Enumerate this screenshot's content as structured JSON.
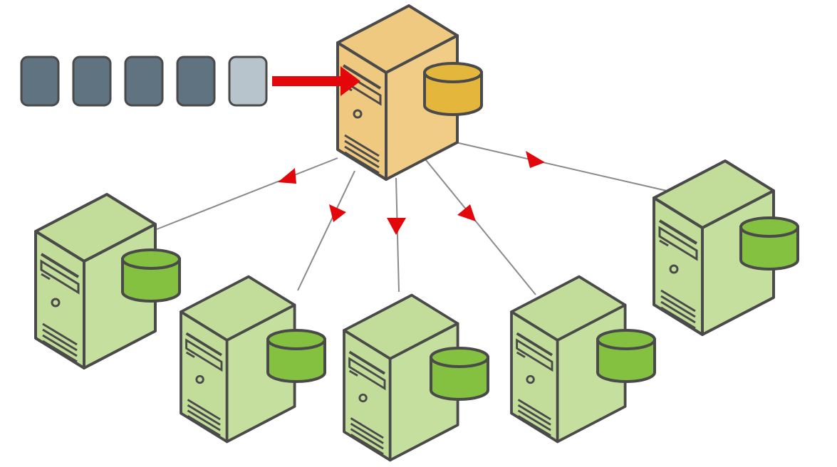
{
  "diagram": {
    "queue": {
      "items": [
        {
          "state": "pending"
        },
        {
          "state": "pending"
        },
        {
          "state": "pending"
        },
        {
          "state": "pending"
        },
        {
          "state": "next"
        }
      ]
    },
    "primary": {
      "role": "leader",
      "icon": "server-icon"
    },
    "replicas": [
      {
        "role": "follower",
        "icon": "server-icon"
      },
      {
        "role": "follower",
        "icon": "server-icon"
      },
      {
        "role": "follower",
        "icon": "server-icon"
      },
      {
        "role": "follower",
        "icon": "server-icon"
      },
      {
        "role": "follower",
        "icon": "server-icon"
      }
    ],
    "colors": {
      "queue_pending": "#5f7381",
      "queue_next": "#b8c4cc",
      "leader_case": "#efc97f",
      "leader_disk": "#e5b63c",
      "replica_case": "#c2dd99",
      "replica_disk": "#85c140",
      "outline": "#4a4a4a",
      "arrow": "#e3060a",
      "link": "#8a8a8a"
    }
  }
}
